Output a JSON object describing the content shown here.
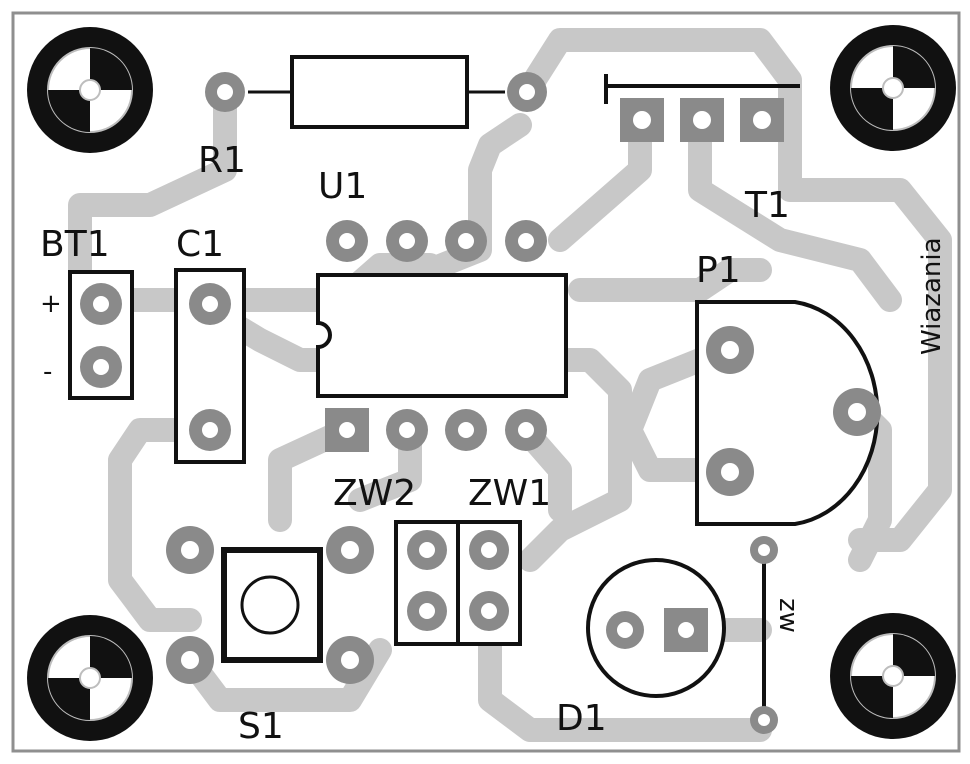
{
  "colors": {
    "board_outline": "#8f8f8f",
    "trace": "#c8c8c8",
    "pad": "#8a8a8a",
    "silkscreen": "#111111",
    "background": "#ffffff"
  },
  "labels": {
    "r1": "R1",
    "u1": "U1",
    "bt1": "BT1",
    "c1": "C1",
    "t1": "T1",
    "p1": "P1",
    "zw2": "ZW2",
    "zw1": "ZW1",
    "s1": "S1",
    "d1": "D1",
    "plus": "+",
    "minus": "-",
    "zw": "zw",
    "wiazania": "Wiazania"
  },
  "icons": {
    "mounting_hole": "mounting-hole-icon"
  }
}
